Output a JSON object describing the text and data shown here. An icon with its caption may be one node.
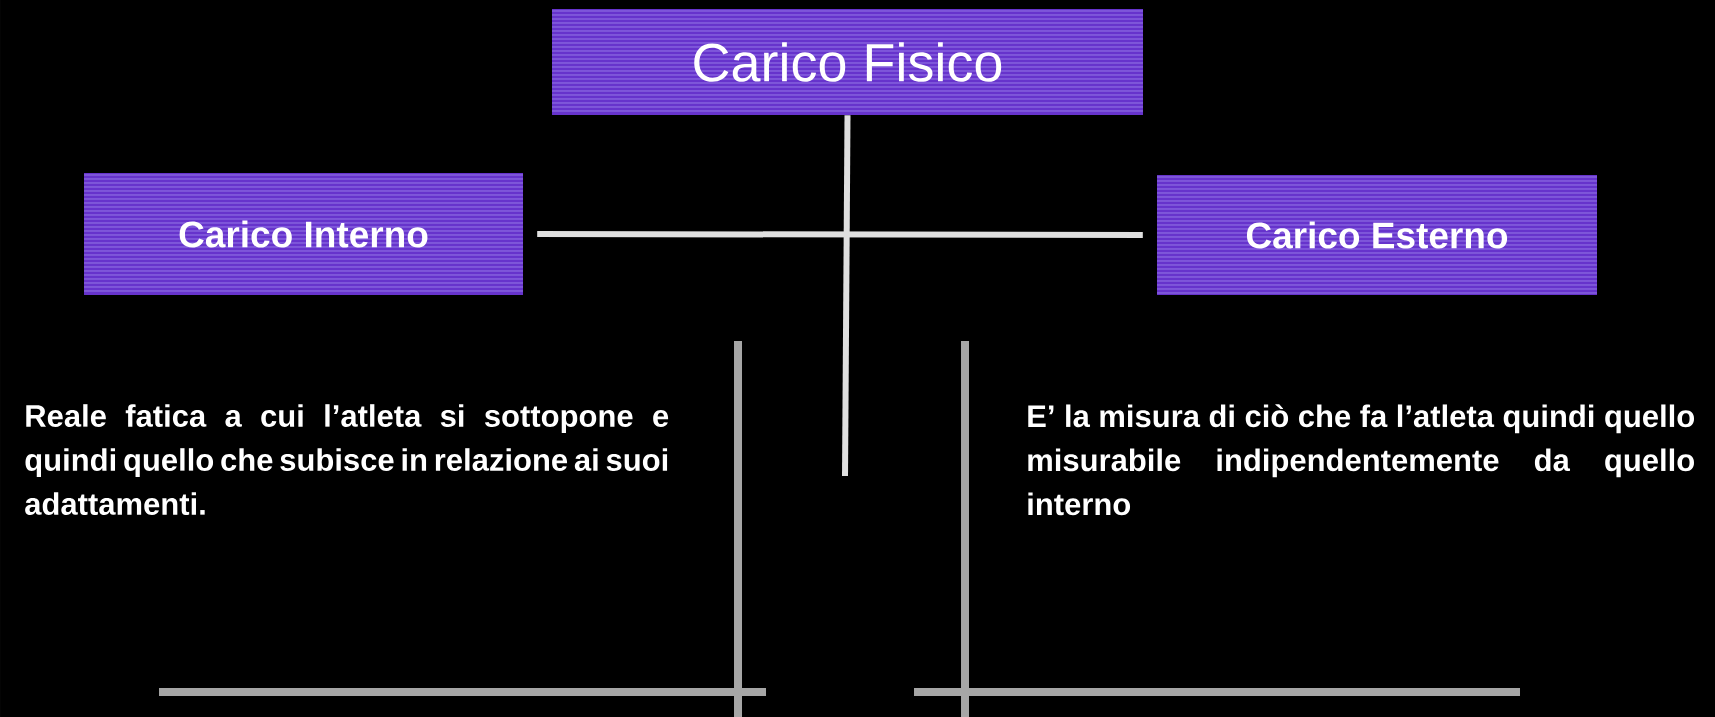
{
  "diagram": {
    "nodes": [
      {
        "text": [
          "Carico Fisico"
        ]
      },
      {
        "text": [
          "Carico Interno"
        ]
      },
      {
        "text": [
          "Carico Esterno"
        ]
      }
    ],
    "edges": [
      {
        "from": 1,
        "to": 2,
        "arrow": "none"
      },
      {
        "from": 0,
        "to": null,
        "arrow": "none"
      }
    ],
    "labels": [
      "Reale fatica a cui l’atleta si sottopone e quindi quello che subisce in relazione ai suoi adattamenti.",
      "E’ la misura di ciò che fa l’atleta quindi quello misurabile indipendentemente da quello interno"
    ]
  }
}
